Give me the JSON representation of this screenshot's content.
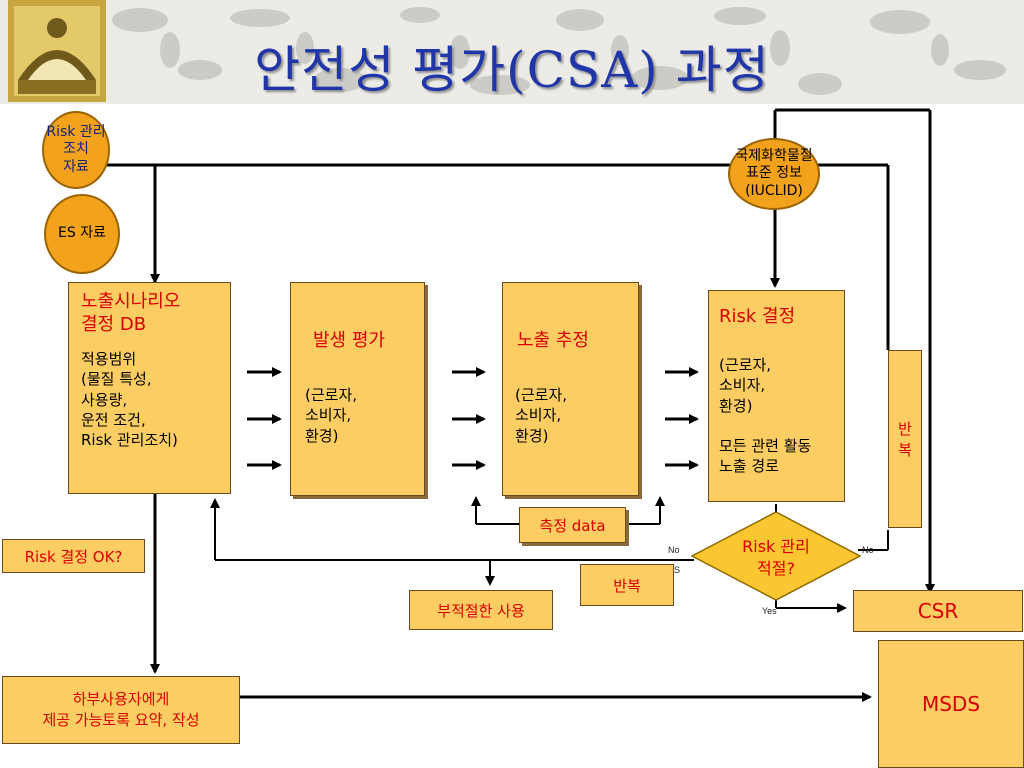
{
  "title": "안전성 평가(CSA) 과정",
  "nodes": {
    "risk_data": "Risk 관리조치\n자료",
    "es_data": "ES 자료",
    "iuclid": "국제화학물질\n표준 정보\n(IUCLID)",
    "scenario_title": "노출시나리오\n결정 DB",
    "scenario_body": "적용범위\n(물질 특성,\n사용량,\n운전 조건,\nRisk 관리조치)",
    "emission_title": "발생 평가",
    "emission_body": "(근로자,\n소비자,\n환경)",
    "exposure_title": "노출 추정",
    "exposure_body": "(근로자,\n소비자,\n환경)",
    "risk_title": "Risk 결정",
    "risk_body": "(근로자,\n소비자,\n환경)\n\n모든 관련 활동\n노출 경로",
    "measure": "측정 data",
    "decision": "Risk 관리\n적절?",
    "repeat_side": "반\n복",
    "repeat_mid": "반복",
    "misuse": "부적절한 사용",
    "risk_ok": "Risk 결정 OK?",
    "downstream": "하부사용자에게\n제공 가능토록 요약, 작성",
    "csr": "CSR",
    "msds": "MSDS"
  },
  "edge_labels": {
    "no_left": "No",
    "no_right": "No",
    "yes": "Yes",
    "partial_s": "S"
  },
  "colors": {
    "box_fill": "#fccd63",
    "circle_fill": "#f3a21c",
    "title": "#1f35a8",
    "red_text": "#d80000",
    "navy_text": "#13237d"
  }
}
